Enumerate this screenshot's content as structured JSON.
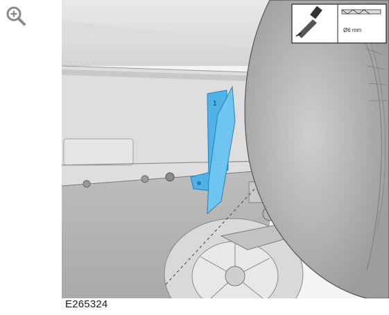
{
  "figure": {
    "id_label": "E265324",
    "part_number": "1",
    "tool_spec": "Ø6 mm",
    "highlight_color": "#4fb3e8"
  },
  "controls": {
    "zoom_icon": "zoom-in-icon"
  }
}
